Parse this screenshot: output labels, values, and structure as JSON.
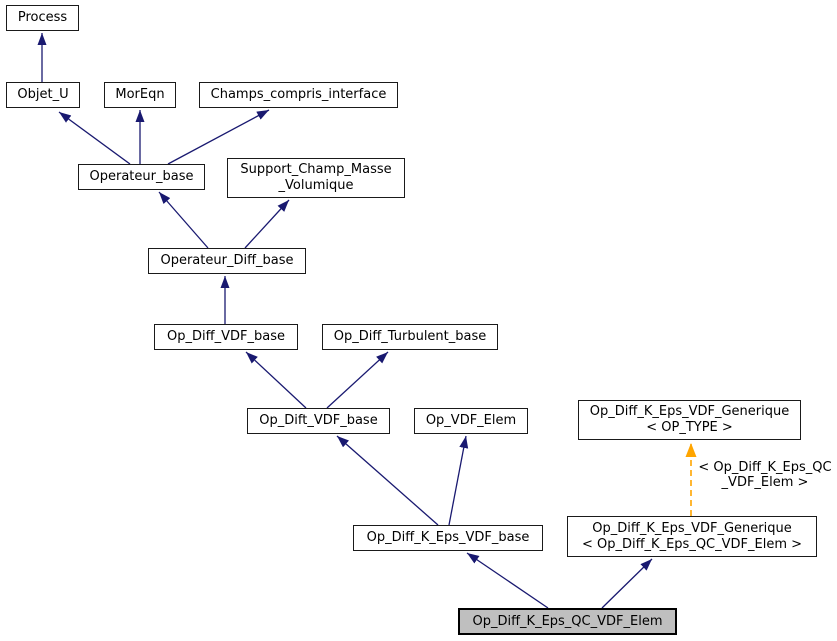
{
  "diagram": {
    "kind": "class-inheritance-graph",
    "colors": {
      "background": "#ffffff",
      "edge": "#191970",
      "template_edge": "#ffa500",
      "node_border": "#1a1a1a",
      "node_fill": "#ffffff",
      "selected_node_fill": "#bfbfbf",
      "text": "#000000"
    },
    "nodes": [
      {
        "id": "process",
        "label": "Process"
      },
      {
        "id": "objet-u",
        "label": "Objet_U"
      },
      {
        "id": "moreqn",
        "label": "MorEqn"
      },
      {
        "id": "champs-compris-interface",
        "label": "Champs_compris_interface"
      },
      {
        "id": "operateur-base",
        "label": "Operateur_base"
      },
      {
        "id": "support-champ-masse-volumique",
        "label": "Support_Champ_Masse\n_Volumique"
      },
      {
        "id": "operateur-diff-base",
        "label": "Operateur_Diff_base"
      },
      {
        "id": "op-diff-vdf-base",
        "label": "Op_Diff_VDF_base"
      },
      {
        "id": "op-diff-turbulent-base",
        "label": "Op_Diff_Turbulent_base"
      },
      {
        "id": "op-dift-vdf-base",
        "label": "Op_Dift_VDF_base"
      },
      {
        "id": "op-vdf-elem",
        "label": "Op_VDF_Elem"
      },
      {
        "id": "op-diff-k-eps-vdf-generique-op-type",
        "label": "Op_Diff_K_Eps_VDF_Generique\n< OP_TYPE >"
      },
      {
        "id": "op-diff-k-eps-vdf-base",
        "label": "Op_Diff_K_Eps_VDF_base"
      },
      {
        "id": "op-diff-k-eps-vdf-generique-instance",
        "label": "Op_Diff_K_Eps_VDF_Generique\n< Op_Diff_K_Eps_QC_VDF_Elem >"
      },
      {
        "id": "op-diff-k-eps-qc-vdf-elem",
        "label": "Op_Diff_K_Eps_QC_VDF_Elem"
      }
    ],
    "template_edge_label": "< Op_Diff_K_Eps_QC\n_VDF_Elem >"
  }
}
